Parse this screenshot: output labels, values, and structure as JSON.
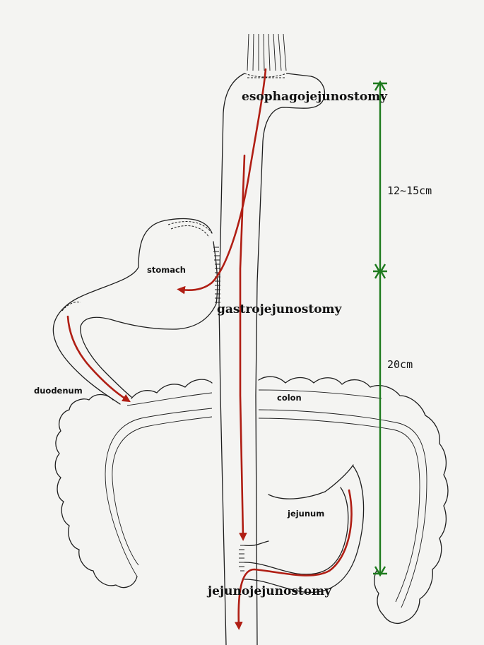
{
  "labels": {
    "esophagojejunostomy": "esophagojejunostomy",
    "gastrojejunostomy": "gastrojejunostomy",
    "jejunojejunostomy": "jejunojejunostomy",
    "stomach": "stomach",
    "duodenum": "duodenum",
    "colon": "colon",
    "jejunum": "jejunum"
  },
  "measurements": {
    "upper": "12~15cm",
    "lower": "20cm"
  },
  "colors": {
    "outline": "#1e1e1e",
    "flow_arrow": "#b01e14",
    "measure": "#1d7a1d",
    "background": "#f4f4f2"
  }
}
